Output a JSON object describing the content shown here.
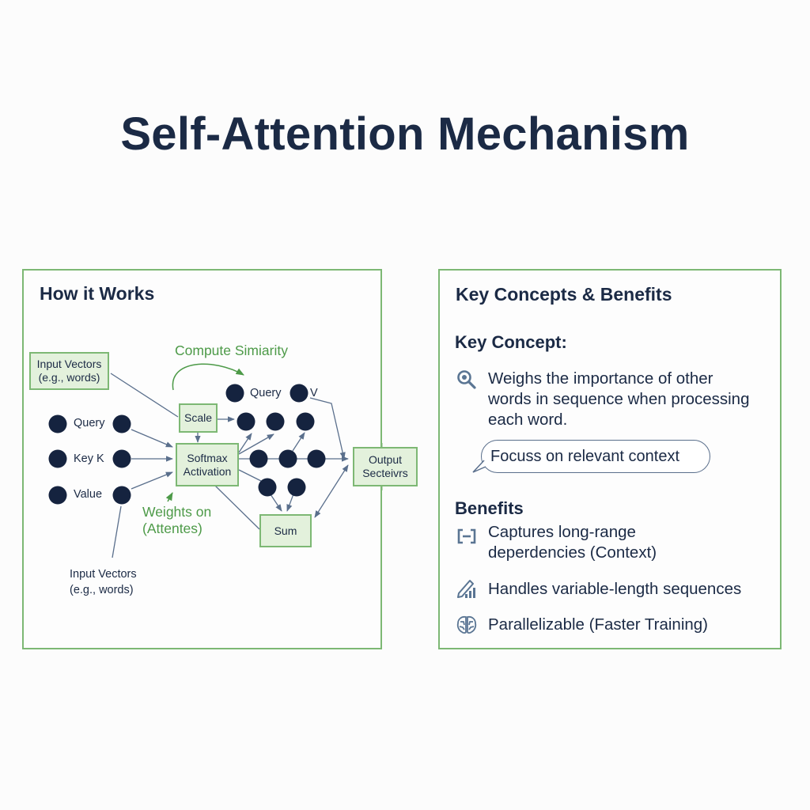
{
  "title": "Self-Attention Mechanism",
  "colors": {
    "navy": "#1b2a45",
    "green_border": "#7db874",
    "green_fill": "#e3f1dc",
    "green_text": "#4d9a48",
    "arrow": "#5a6f8c",
    "icon": "#5a7593"
  },
  "how_it_works": {
    "heading": "How it Works",
    "input_box": "Input Vectors\n(e.g., words)",
    "input_box_line1": "Input Vectors",
    "input_box_line2": "(e.g., words)",
    "compute_label": "Compute Simiarity",
    "query_label": "Query",
    "key_label": "Key K",
    "value_label": "Value",
    "top_query_label": "Query",
    "top_v_label": "V",
    "scale_box": "Scale",
    "softmax_line1": "Softmax",
    "softmax_line2": "Activation",
    "output_line1": "Output",
    "output_line2": "Secteivrs",
    "sum_box": "Sum",
    "weights_line1": "Weights on",
    "weights_line2": "(Attentes)",
    "bottom_input_line1": "Input Vectors",
    "bottom_input_line2": "(e.g., words)"
  },
  "key_concepts": {
    "heading": "Key Concepts & Benefits",
    "concept_heading": "Key Concept:",
    "concept_icon": "magnifier-icon",
    "concept_line1": "Weighs the importance of other",
    "concept_line2": "words in sequence when processing",
    "concept_line3": "each word.",
    "bubble_text": "Focuss on relevant context",
    "benefits_heading": "Benefits",
    "benefits": [
      {
        "icon": "bracket-icon",
        "line1": "Captures long-range",
        "line2": "deperdencies (Context)"
      },
      {
        "icon": "pencil-chart-icon",
        "line1": "Handles variable-length sequences"
      },
      {
        "icon": "brain-icon",
        "line1": "Parallelizable (Faster Training)"
      }
    ]
  }
}
